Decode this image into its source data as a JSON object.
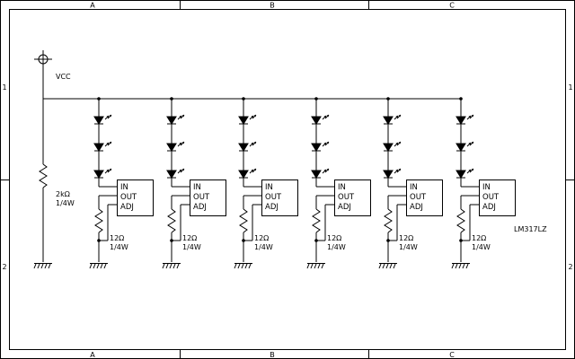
{
  "frame": {
    "columns": [
      "A",
      "B",
      "C"
    ],
    "rows": [
      "1",
      "2"
    ]
  },
  "supply": {
    "label": "VCC"
  },
  "bias_resistor": {
    "value": "2kΩ",
    "rating": "1/4W"
  },
  "regulator": {
    "pins": {
      "in": "IN",
      "out": "OUT",
      "adj": "ADJ"
    },
    "part_number": "LM317LZ"
  },
  "sense_resistor": {
    "value": "12Ω",
    "rating": "1/4W"
  },
  "stages": 6,
  "leds_per_stage": 3
}
